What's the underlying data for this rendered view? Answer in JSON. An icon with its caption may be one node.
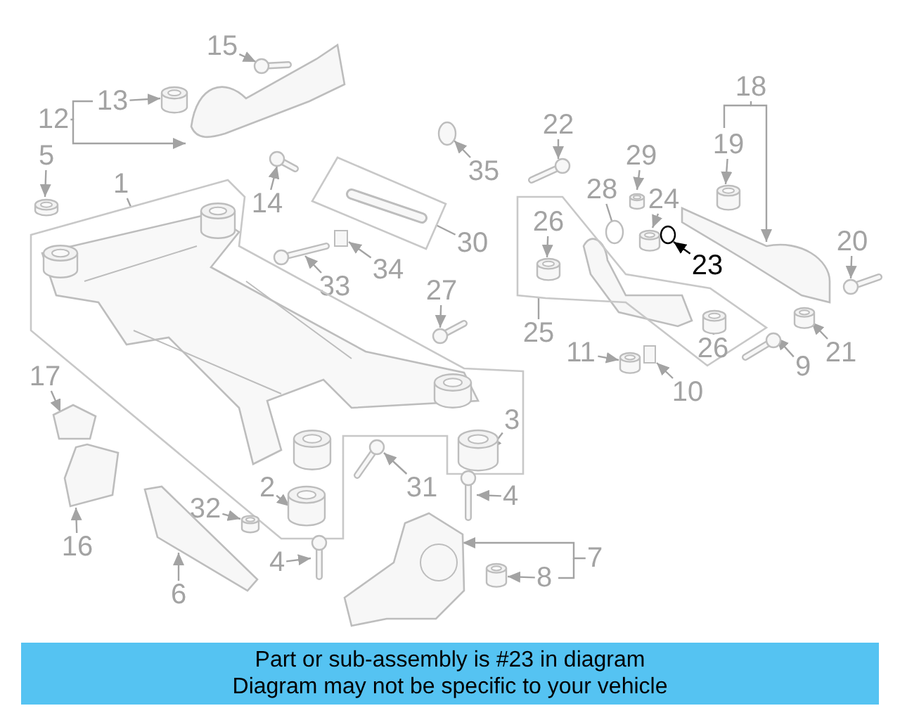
{
  "diagram": {
    "nodes": [
      {
        "text": [
          "15"
        ]
      },
      {
        "text": [
          "13"
        ]
      },
      {
        "text": [
          "12"
        ]
      },
      {
        "text": [
          "18"
        ]
      },
      {
        "text": [
          "22"
        ]
      },
      {
        "text": [
          "19"
        ]
      },
      {
        "text": [
          "5"
        ]
      },
      {
        "text": [
          "29"
        ]
      },
      {
        "text": [
          "35"
        ]
      },
      {
        "text": [
          "1"
        ]
      },
      {
        "text": [
          "28"
        ]
      },
      {
        "text": [
          "24"
        ]
      },
      {
        "text": [
          "14"
        ]
      },
      {
        "text": [
          "26"
        ],
        "in": 57
      },
      {
        "text": [
          "20"
        ]
      },
      {
        "text": [
          "30"
        ]
      },
      {
        "text": [
          "23"
        ]
      },
      {
        "text": [
          "34"
        ]
      },
      {
        "text": [
          "33"
        ]
      },
      {
        "text": [
          "27"
        ]
      },
      {
        "text": [
          "25"
        ]
      },
      {
        "text": [
          "26"
        ],
        "in": 57
      },
      {
        "text": [
          "11"
        ]
      },
      {
        "text": [
          "21"
        ]
      },
      {
        "text": [
          "9"
        ]
      },
      {
        "text": [
          "17"
        ]
      },
      {
        "text": [
          "10"
        ]
      },
      {
        "text": [
          "3"
        ],
        "in": 46
      },
      {
        "text": [
          "31"
        ]
      },
      {
        "text": [
          "2"
        ],
        "in": 46
      },
      {
        "text": [
          "4"
        ]
      },
      {
        "text": [
          "32"
        ]
      },
      {
        "text": [
          "16"
        ]
      },
      {
        "text": [
          "7"
        ]
      },
      {
        "text": [
          "4"
        ]
      },
      {
        "text": [
          "8"
        ]
      },
      {
        "text": [
          "6"
        ]
      },
      {
        "text": [],
        "shape": "picture"
      },
      {
        "text": [],
        "shape": "cylinder"
      },
      {
        "text": [],
        "shape": "picture"
      },
      {
        "text": [],
        "shape": "picture"
      },
      {
        "text": [],
        "shape": "picture"
      },
      {
        "text": [],
        "shape": "cylinder"
      },
      {
        "text": [],
        "shape": "cylinder"
      },
      {
        "text": [],
        "shape": "cylinder"
      },
      {
        "text": [],
        "shape": "circle"
      },
      {
        "text": [],
        "shape": "box"
      },
      {
        "text": [],
        "shape": "circle"
      },
      {
        "text": [],
        "shape": "cylinder"
      },
      {
        "text": [],
        "shape": "picture"
      },
      {
        "text": [],
        "shape": "cylinder",
        "in": 57
      },
      {
        "text": [],
        "shape": "picture"
      },
      {
        "text": [],
        "shape": "box"
      },
      {
        "text": [],
        "shape": "circle"
      },
      {
        "text": [],
        "shape": "box"
      },
      {
        "text": [],
        "shape": "picture"
      },
      {
        "text": [],
        "shape": "picture"
      },
      {
        "text": [],
        "shape": "box"
      },
      {
        "text": [],
        "shape": "cylinder",
        "in": 57
      },
      {
        "text": [],
        "shape": "cylinder"
      },
      {
        "text": [],
        "shape": "cylinder"
      },
      {
        "text": [],
        "shape": "picture"
      },
      {
        "text": [],
        "shape": "picture"
      },
      {
        "text": [],
        "shape": "box"
      },
      {
        "text": [],
        "shape": "cylinder",
        "in": 46
      },
      {
        "text": [],
        "shape": "picture"
      },
      {
        "text": [],
        "shape": "cylinder",
        "in": 46
      },
      {
        "text": [],
        "shape": "picture"
      },
      {
        "text": [],
        "shape": "cylinder"
      },
      {
        "text": [],
        "shape": "picture"
      },
      {
        "text": [],
        "shape": "picture"
      },
      {
        "text": [],
        "shape": "picture"
      },
      {
        "text": [],
        "shape": "cylinder"
      },
      {
        "text": [],
        "shape": "picture"
      }
    ],
    "edges": [
      {
        "from": 0,
        "to": 37,
        "arrow": "to"
      },
      {
        "from": 1,
        "to": 38,
        "arrow": "to"
      },
      {
        "from": 2,
        "to": 39,
        "arrow": "to"
      },
      {
        "from": 3,
        "to": 40,
        "arrow": "to"
      },
      {
        "from": 4,
        "to": 41,
        "arrow": "to"
      },
      {
        "from": 5,
        "to": 42,
        "arrow": "to"
      },
      {
        "from": 6,
        "to": 43,
        "arrow": "to"
      },
      {
        "from": 7,
        "to": 44,
        "arrow": "to"
      },
      {
        "from": 8,
        "to": 45,
        "arrow": "to"
      },
      {
        "from": 9,
        "to": 46,
        "arrow": "none"
      },
      {
        "from": 10,
        "to": 47,
        "arrow": "none"
      },
      {
        "from": 11,
        "to": 48,
        "arrow": "to"
      },
      {
        "from": 12,
        "to": 49,
        "arrow": "to"
      },
      {
        "from": 13,
        "to": 50,
        "arrow": "to"
      },
      {
        "from": 14,
        "to": 51,
        "arrow": "to"
      },
      {
        "from": 15,
        "to": 52,
        "arrow": "none"
      },
      {
        "from": 16,
        "to": 53,
        "arrow": "to",
        "color": "#000000"
      },
      {
        "from": 17,
        "to": 54,
        "arrow": "to"
      },
      {
        "from": 18,
        "to": 55,
        "arrow": "to"
      },
      {
        "from": 19,
        "to": 56,
        "arrow": "to"
      },
      {
        "from": 20,
        "to": 57,
        "arrow": "none"
      },
      {
        "from": 21,
        "to": 58,
        "arrow": "to"
      },
      {
        "from": 22,
        "to": 59,
        "arrow": "to"
      },
      {
        "from": 23,
        "to": 60,
        "arrow": "to"
      },
      {
        "from": 24,
        "to": 61,
        "arrow": "to"
      },
      {
        "from": 25,
        "to": 62,
        "arrow": "to"
      },
      {
        "from": 26,
        "to": 63,
        "arrow": "to"
      },
      {
        "from": 27,
        "to": 64,
        "arrow": "to"
      },
      {
        "from": 28,
        "to": 65,
        "arrow": "to"
      },
      {
        "from": 29,
        "to": 66,
        "arrow": "to"
      },
      {
        "from": 30,
        "to": 67,
        "arrow": "to"
      },
      {
        "from": 31,
        "to": 68,
        "arrow": "to"
      },
      {
        "from": 32,
        "to": 69,
        "arrow": "to"
      },
      {
        "from": 33,
        "to": 70,
        "arrow": "to"
      },
      {
        "from": 34,
        "to": 71,
        "arrow": "to"
      },
      {
        "from": 35,
        "to": 72,
        "arrow": "to"
      },
      {
        "from": 36,
        "to": 73,
        "arrow": "to"
      }
    ],
    "labels": [
      "Part or sub-assembly is #23 in diagram",
      "Diagram may not be specific to your vehicle"
    ]
  }
}
